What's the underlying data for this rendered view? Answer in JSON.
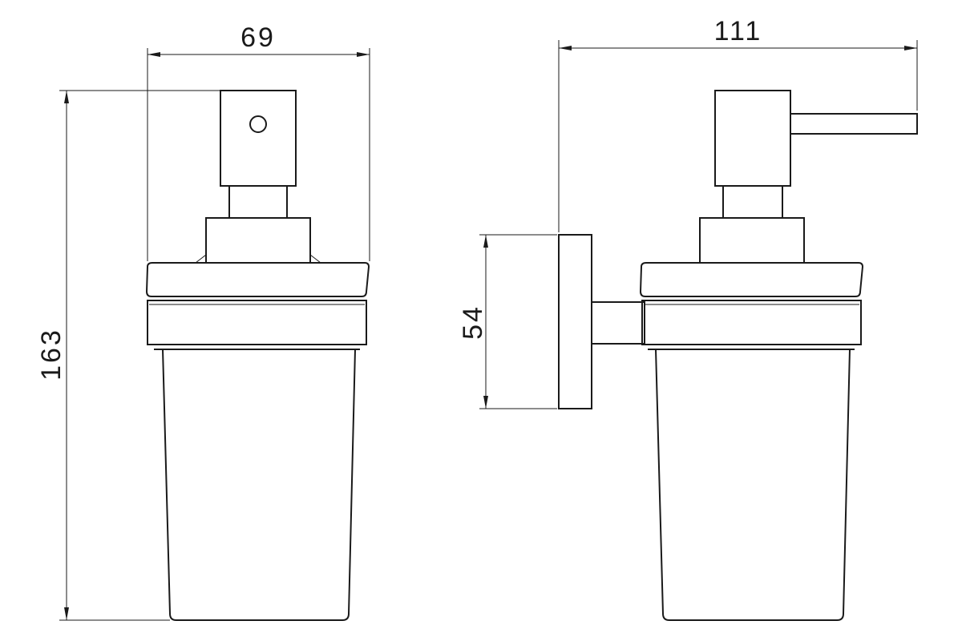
{
  "dimensions": {
    "width_front": "69",
    "total_depth": "111",
    "height": "163",
    "mount_height": "54"
  },
  "colors": {
    "line": "#1a1a1a",
    "background": "#ffffff"
  }
}
